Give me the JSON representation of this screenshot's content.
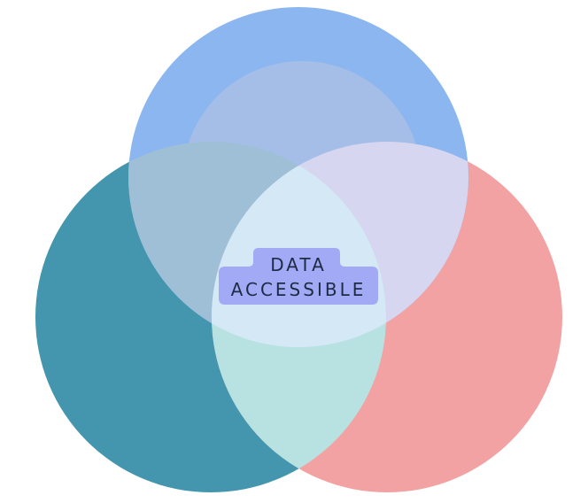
{
  "diagram": {
    "type": "venn",
    "center_label": {
      "line1": "DATA",
      "line2": "ACCESSIBLE"
    },
    "colors": {
      "top_circle": "#8cb6ef",
      "left_circle": "#4396ae",
      "right_circle": "#f2a2a2",
      "top_inner_highlight": "#a4bee8",
      "overlap_top_left": "#9ebfd6",
      "overlap_top_right": "#d6d6f1",
      "overlap_left_right": "#b8e2e2",
      "overlap_all": "#d4e8f5",
      "label_badge": "#a2aaf6",
      "label_text": "#1f2a44"
    }
  }
}
